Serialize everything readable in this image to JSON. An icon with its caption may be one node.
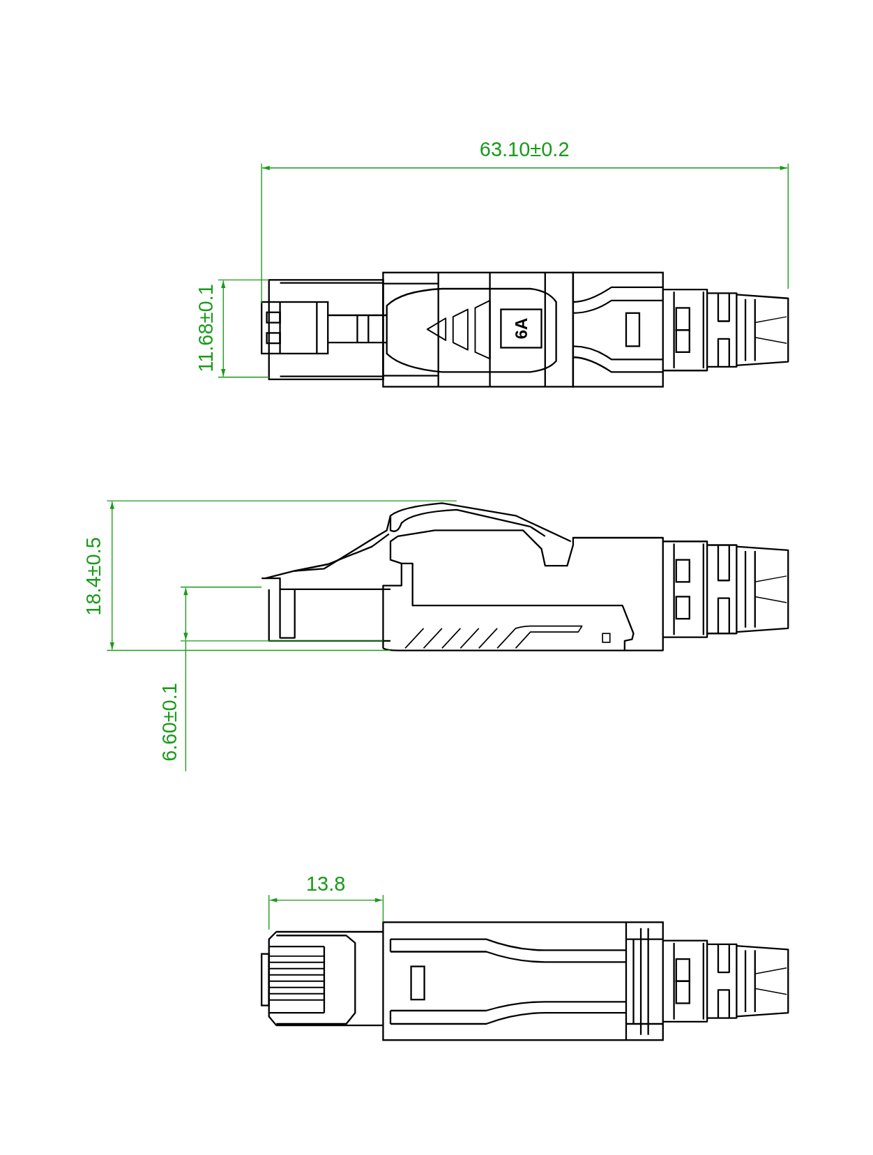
{
  "diagram": {
    "labels": [
      "63.10±0.2",
      "11.68±0.1",
      "6A",
      "18.4±0.5",
      "6.60±0.1",
      "13.8"
    ]
  }
}
